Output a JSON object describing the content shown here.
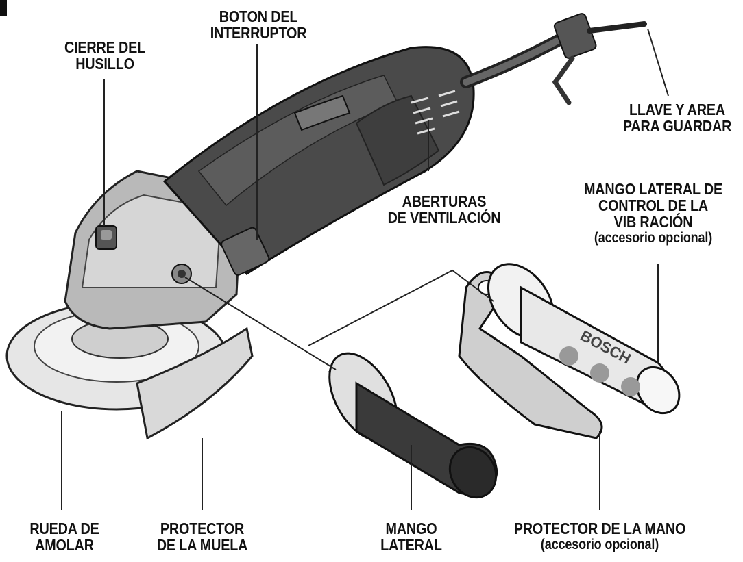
{
  "labels": {
    "cierre_husillo": [
      "CIERRE DEL",
      "HUSILLO"
    ],
    "boton_interruptor": [
      "BOTON DEL",
      "INTERRUPTOR"
    ],
    "llave_area": [
      "LLAVE Y AREA",
      "PARA GUARDAR"
    ],
    "aberturas": [
      "ABERTURAS",
      "DE VENTILACIÓN"
    ],
    "mango_lateral_vibracion": [
      "MANGO LATERAL DE",
      "CONTROL DE LA",
      "VIB RACIÓN",
      "(accesorio opcional)"
    ],
    "rueda_amolar": [
      "RUEDA DE",
      "AMOLAR"
    ],
    "protector_muela": [
      "PROTECTOR",
      "DE LA MUELA"
    ],
    "mango_lateral": [
      "MANGO",
      "LATERAL"
    ],
    "protector_mano": [
      "PROTECTOR DE LA MANO",
      "(accesorio opcional)"
    ]
  },
  "brand_text": "BOSCH",
  "colors": {
    "ink": "#111111",
    "body_dark": "#3a3a3a",
    "body_mid": "#6b6b6b",
    "metal": "#cfcfcf",
    "light": "#e9e9e9"
  }
}
